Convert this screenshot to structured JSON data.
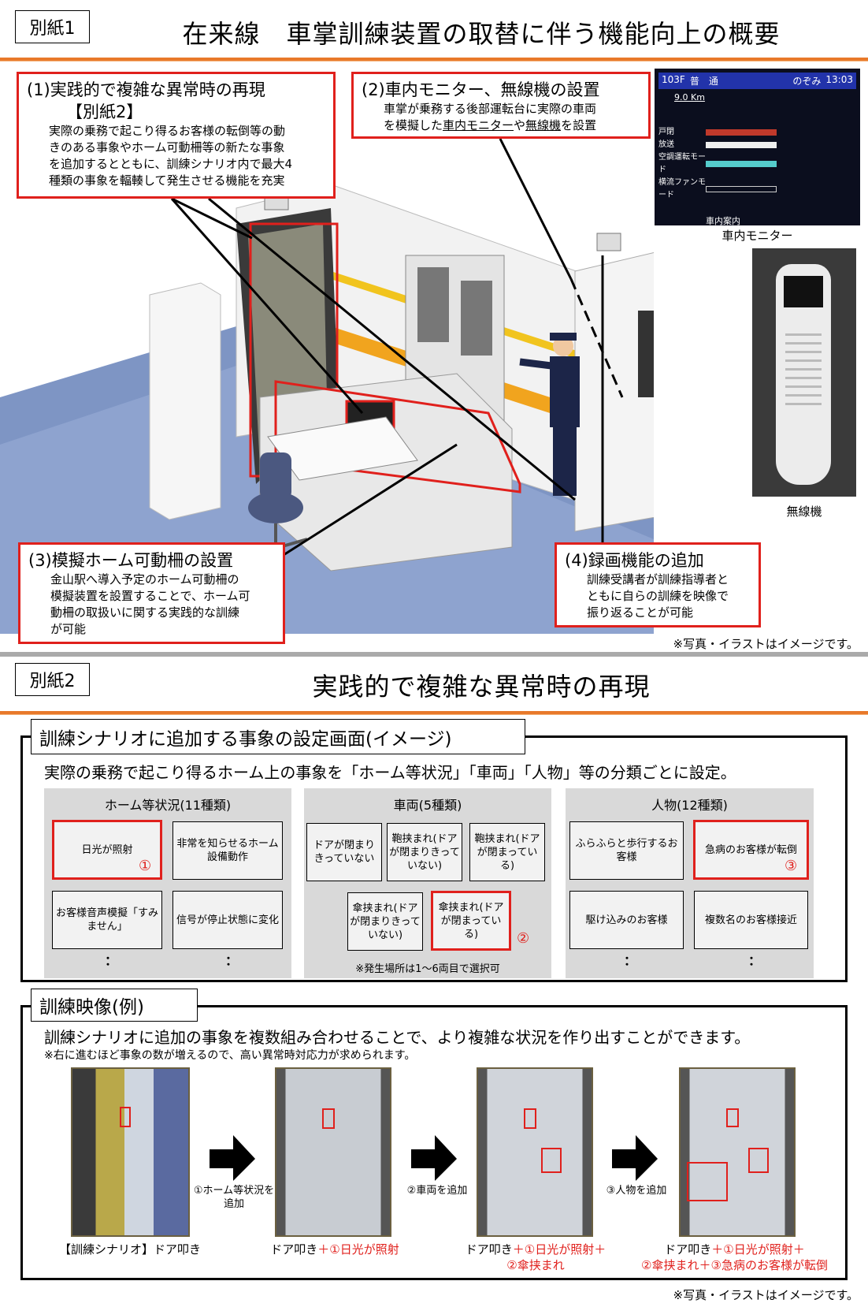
{
  "sheet1": {
    "tag": "別紙1",
    "title": "在来線　車掌訓練装置の取替に伴う機能向上の概要",
    "callout1": {
      "title": "(1)実践的で複雑な異常時の再現",
      "ref": "【別紙2】",
      "lines": [
        "実際の乗務で起こり得るお客様の転倒等の動",
        "きのある事象やホーム可動柵等の新たな事象",
        "を追加するとともに、訓練シナリオ内で最大4",
        "種類の事象を輻輳して発生させる機能を充実"
      ]
    },
    "callout2": {
      "title": "(2)車内モニター、無線機の設置",
      "line1": "車掌が乗務する後部運転台に実際の車両",
      "line2_pre": "を模擬した",
      "line2_link1": "車内モニター",
      "line2_mid": "や",
      "line2_link2": "無線機",
      "line2_post": "を設置"
    },
    "callout3": {
      "title": "(3)模擬ホーム可動柵の設置",
      "lines": [
        "金山駅へ導入予定のホーム可動柵の",
        "模擬装置を設置することで、ホーム可",
        "動柵の取扱いに関する実践的な訓練",
        "が可能"
      ]
    },
    "callout4": {
      "title": "(4)録画機能の追加",
      "lines": [
        "訓練受講者が訓練指導者と",
        "ともに自らの訓練を映像で",
        "振り返ることが可能"
      ]
    },
    "monitor": {
      "label": "車内モニター",
      "screen": {
        "car": "103F",
        "type": "普　通",
        "name": "のぞみ",
        "time": "13:03",
        "distance": "9.0 Km",
        "rows": [
          "戸閉",
          "放送",
          "空調運転モード",
          "横流ファンモード"
        ],
        "announce": "車内案内"
      }
    },
    "radio": {
      "label": "無線機"
    },
    "footnote": "※写真・イラストはイメージです。"
  },
  "sheet2": {
    "tag": "別紙2",
    "title": "実践的で複雑な異常時の再現",
    "settings": {
      "tab": "訓練シナリオに追加する事象の設定画面(イメージ)",
      "desc": "実際の乗務で起こり得るホーム上の事象を「ホーム等状況」「車両」「人物」等の分類ごとに設定。",
      "panels": [
        {
          "title": "ホーム等状況(11種類)",
          "items": [
            "日光が照射",
            "非常を知らせるホーム設備動作",
            "お客様音声模擬「すみません」",
            "信号が停止状態に変化"
          ],
          "mark": "①"
        },
        {
          "title": "車両(5種類)",
          "items": [
            "ドアが閉まりきっていない",
            "鞄挟まれ(ドアが閉まりきっていない)",
            "鞄挟まれ(ドアが閉まっている)",
            "傘挟まれ(ドアが閉まりきっていない)",
            "傘挟まれ(ドアが閉まっている)"
          ],
          "mark": "②",
          "note": "※発生場所は1〜6両目で選択可"
        },
        {
          "title": "人物(12種類)",
          "items": [
            "ふらふらと歩行するお客様",
            "急病のお客様が転倒",
            "駆け込みのお客様",
            "複数名のお客様接近"
          ],
          "mark": "③"
        }
      ],
      "ellipsis": "："
    },
    "video": {
      "tab": "訓練映像(例)",
      "desc": "訓練シナリオに追加の事象を複数組み合わせることで、より複雑な状況を作り出すことができます。",
      "subdesc": "※右に進むほど事象の数が増えるので、高い異常時対応力が求められます。",
      "steps": [
        "①ホーム等状況を追加",
        "②車両を追加",
        "③人物を追加"
      ],
      "captions": [
        {
          "black": "【訓練シナリオ】ドア叩き",
          "red": "",
          "red2": ""
        },
        {
          "black": "ドア叩き",
          "red": "＋①日光が照射",
          "red2": ""
        },
        {
          "black": "ドア叩き",
          "red": "＋①日光が照射＋",
          "red2": "②傘挟まれ"
        },
        {
          "black": "ドア叩き",
          "red": "＋①日光が照射＋",
          "red2": "②傘挟まれ＋③急病のお客様が転倒"
        }
      ]
    },
    "footnote": "※写真・イラストはイメージです。"
  },
  "colors": {
    "accent_red": "#e0201c",
    "orange": "#e8792a"
  }
}
